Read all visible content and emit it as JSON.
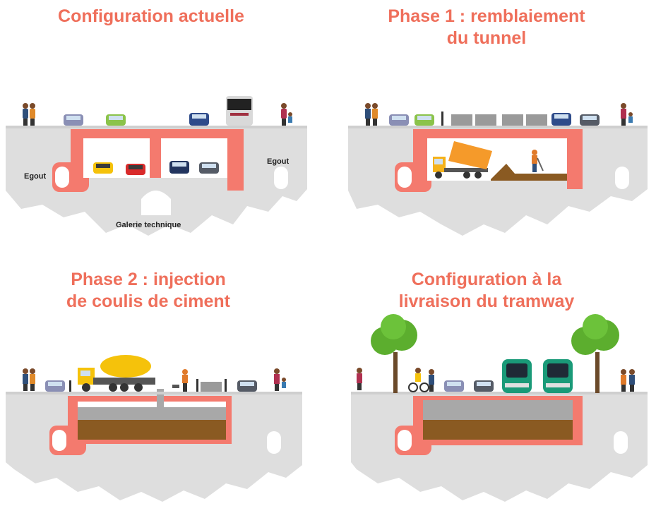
{
  "panels": [
    {
      "title_line1": "Configuration actuelle",
      "title_line2": ""
    },
    {
      "title_line1": "Phase 1 : remblaiement",
      "title_line2": "du tunnel"
    },
    {
      "title_line1": "Phase 2 : injection",
      "title_line2": "de coulis de ciment"
    },
    {
      "title_line1": "Configuration à la",
      "title_line2": "livraison du tramway"
    }
  ],
  "labels": {
    "egout_left": "Egout",
    "egout_right": "Egout",
    "galerie": "Galerie technique"
  },
  "colors": {
    "title": "#ef6f5b",
    "tunnel_wall": "#f47a6e",
    "ground": "#dedede",
    "fill_earth": "#8a5a22",
    "cement_grey": "#a8a8a8",
    "tram_green": "#1a9a78",
    "tree_green": "#5cae2e"
  },
  "icons": [
    "pedestrian-icon",
    "car-icon",
    "bus-icon",
    "dump-truck-icon",
    "worker-icon",
    "cement-mixer-icon",
    "barrier-icon",
    "tram-icon",
    "tree-icon",
    "cyclist-icon"
  ]
}
